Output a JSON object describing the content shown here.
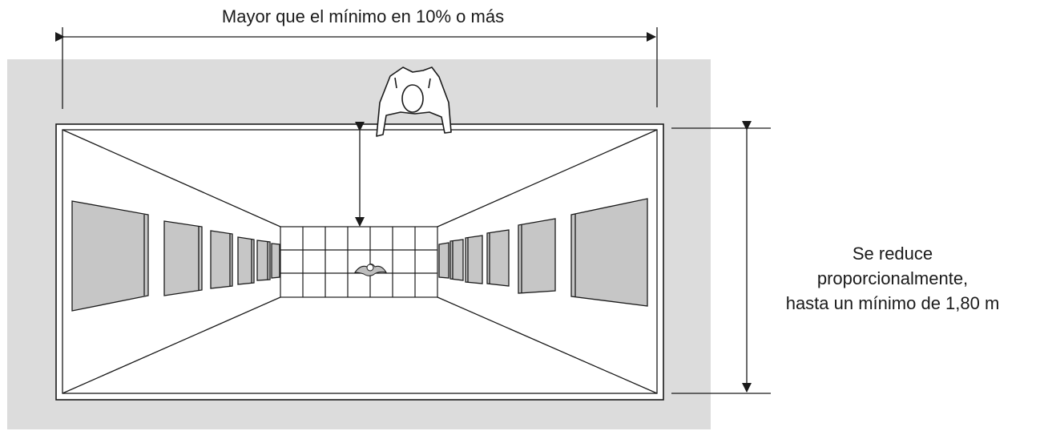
{
  "diagram": {
    "top_dimension_label": "Mayor que el mínimo en 10% o más",
    "side_label": {
      "line1": "Se reduce",
      "line2": "proporcionalmente,",
      "line3": "hasta un mínimo de 1,80 m"
    },
    "colors": {
      "background_panel": "#dcdcdc",
      "frame_paper": "#ffffff",
      "painting_fill": "#c6c6c6",
      "stroke": "#1a1a1a"
    }
  }
}
